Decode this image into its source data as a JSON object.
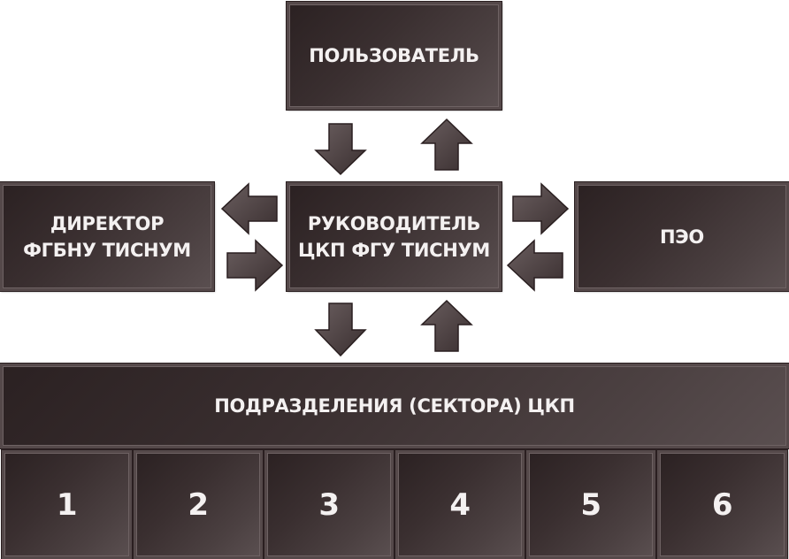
{
  "boxes": {
    "user": "ПОЛЬЗОВАТЕЛЬ",
    "head_line1": "РУКОВОДИТЕЛЬ",
    "head_line2": "ЦКП ФГУ ТИСНУМ",
    "director_line1": "ДИРЕКТОР",
    "director_line2": "ФГБНУ ТИСНУМ",
    "peo": "ПЭО",
    "divisions": "ПОДРАЗДЕЛЕНИЯ (СЕКТОРА) ЦКП"
  },
  "sectors": [
    "1",
    "2",
    "3",
    "4",
    "5",
    "6"
  ],
  "colors": {
    "box_fill": "#3a2f30",
    "box_border": "#55494a",
    "arrow_fill": "#4a3f40",
    "text": "#f4f1f1"
  }
}
